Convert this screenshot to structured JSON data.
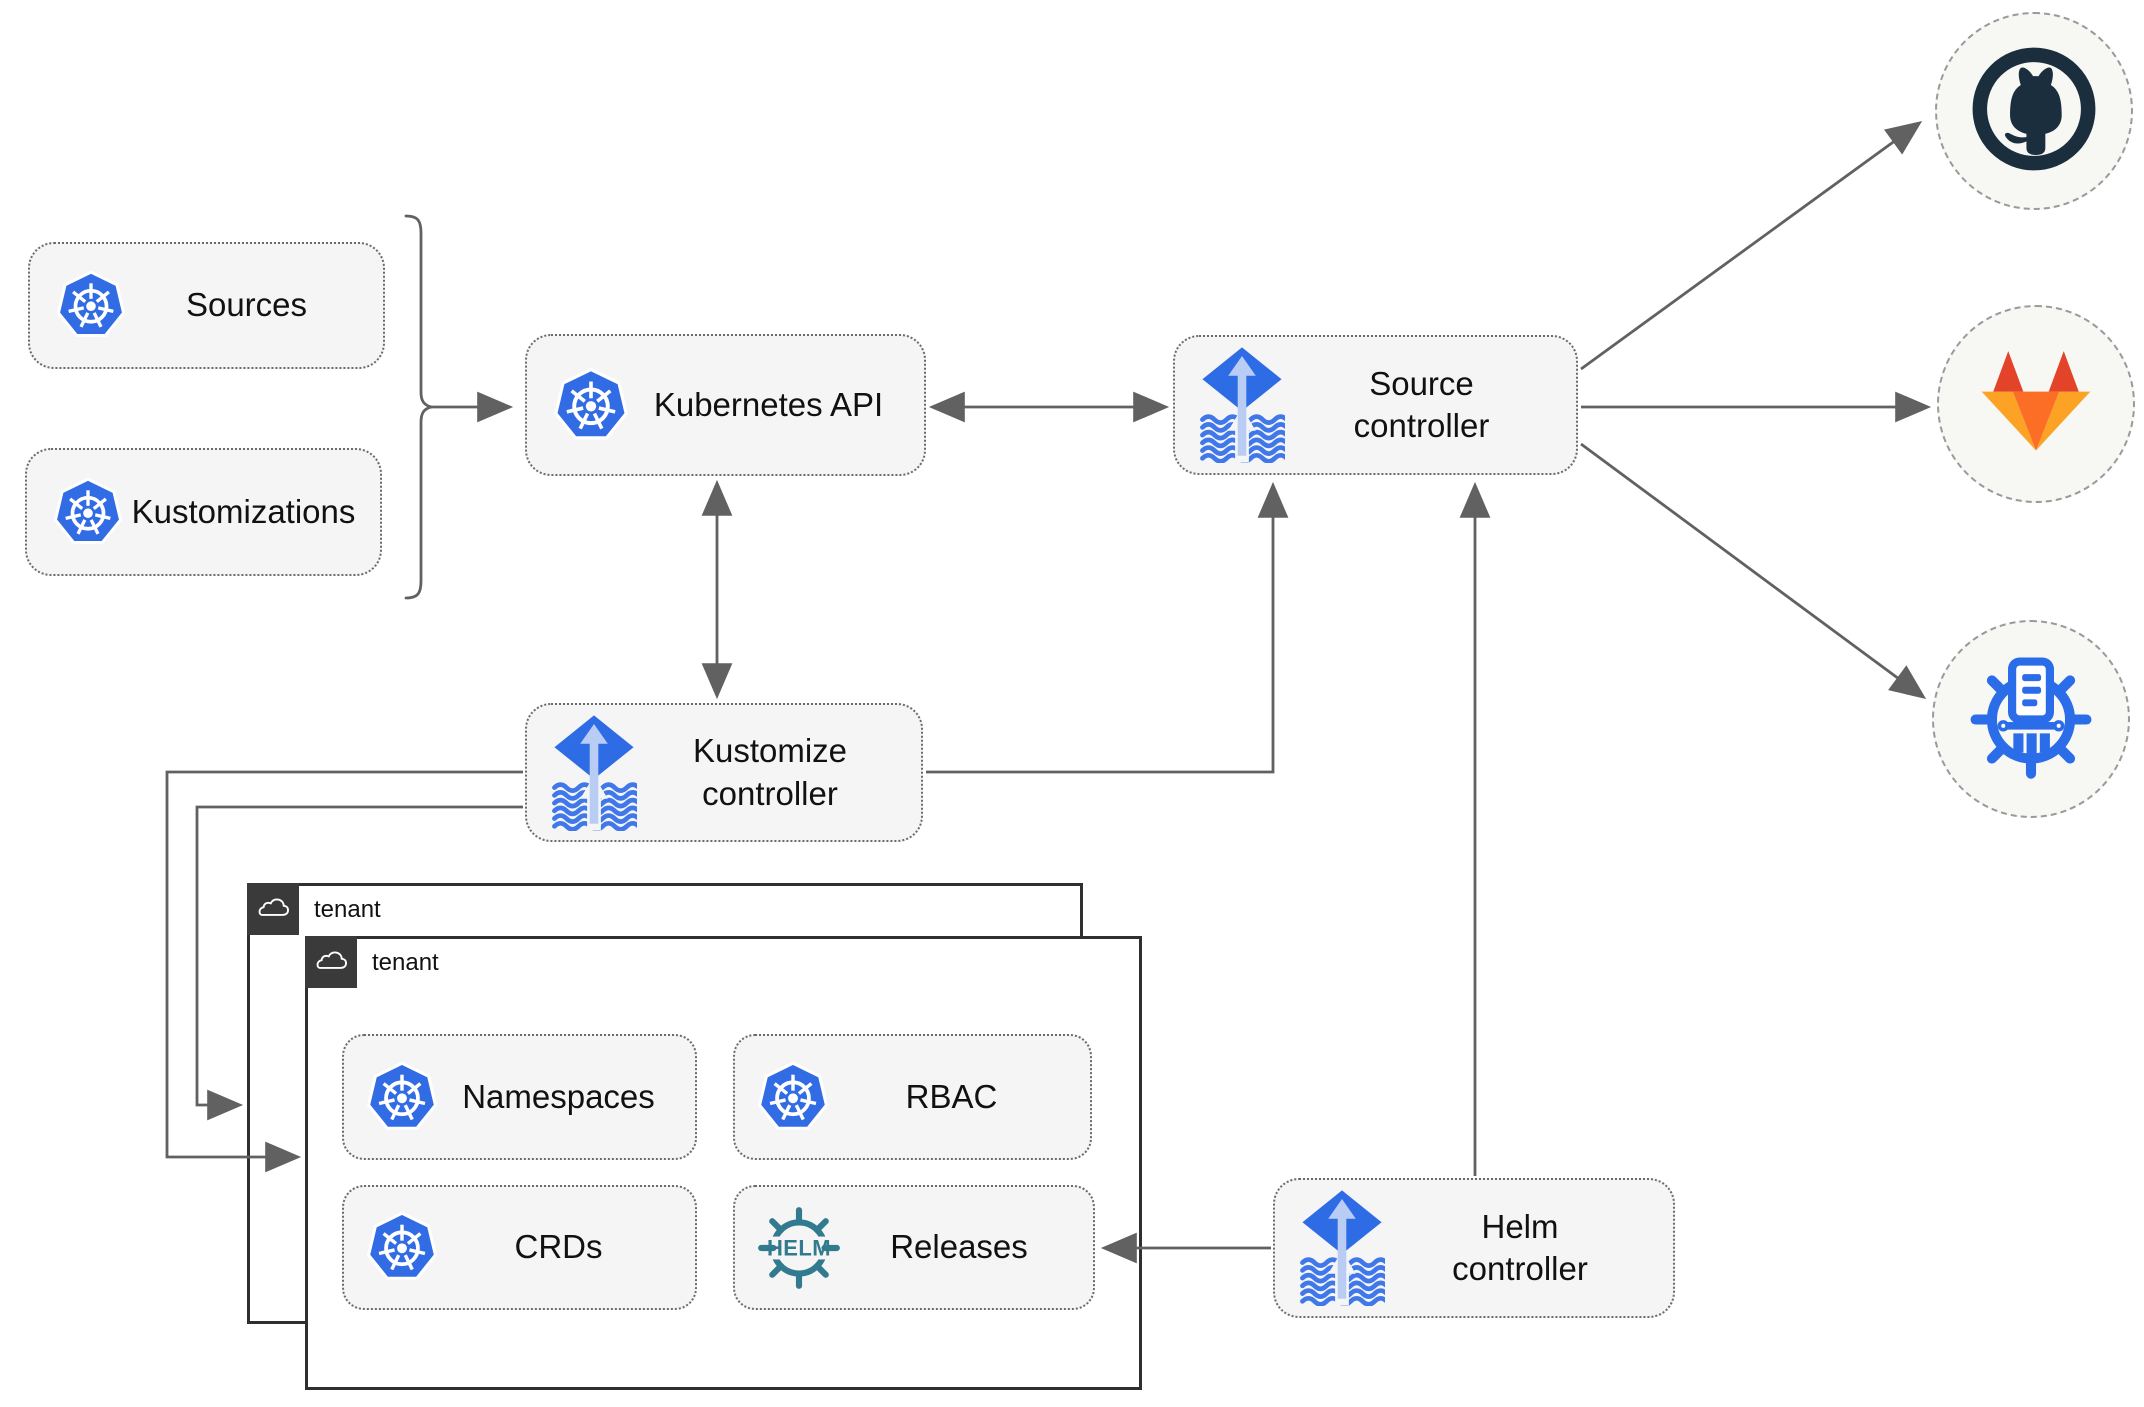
{
  "diagram": {
    "title": "Flux GitOps toolkit architecture",
    "nodes": {
      "sources": {
        "label": "Sources",
        "icon": "kubernetes-icon"
      },
      "kustomizations": {
        "label": "Kustomizations",
        "icon": "kubernetes-icon"
      },
      "kubernetes_api": {
        "label": "Kubernetes API",
        "icon": "kubernetes-icon"
      },
      "source_controller": {
        "label": "Source\ncontroller",
        "icon": "flux-icon"
      },
      "kustomize_controller": {
        "label": "Kustomize\ncontroller",
        "icon": "flux-icon"
      },
      "helm_controller": {
        "label": "Helm\ncontroller",
        "icon": "flux-icon"
      },
      "tenant_back": {
        "label": "tenant",
        "icon": "cloud-icon"
      },
      "tenant_front": {
        "label": "tenant",
        "icon": "cloud-icon"
      },
      "namespaces": {
        "label": "Namespaces",
        "icon": "kubernetes-icon"
      },
      "rbac": {
        "label": "RBAC",
        "icon": "kubernetes-icon"
      },
      "crds": {
        "label": "CRDs",
        "icon": "kubernetes-icon"
      },
      "releases": {
        "label": "Releases",
        "icon": "helm-icon"
      }
    },
    "endpoints": [
      {
        "name": "github",
        "icon": "github-icon"
      },
      {
        "name": "gitlab",
        "icon": "gitlab-icon"
      },
      {
        "name": "chartmuseum",
        "icon": "chartmuseum-icon"
      }
    ],
    "edges": [
      {
        "from": "sources+kustomizations",
        "to": "kubernetes_api",
        "style": "brace-arrow"
      },
      {
        "from": "kubernetes_api",
        "to": "source_controller",
        "style": "double-arrow"
      },
      {
        "from": "kubernetes_api",
        "to": "kustomize_controller",
        "style": "double-arrow"
      },
      {
        "from": "kustomize_controller",
        "to": "source_controller",
        "style": "arrow"
      },
      {
        "from": "helm_controller",
        "to": "source_controller",
        "style": "arrow"
      },
      {
        "from": "helm_controller",
        "to": "releases",
        "style": "arrow"
      },
      {
        "from": "kustomize_controller",
        "to": "tenant_front",
        "style": "arrow"
      },
      {
        "from": "kustomize_controller",
        "to": "tenant_back",
        "style": "arrow"
      },
      {
        "from": "source_controller",
        "to": "github",
        "style": "arrow"
      },
      {
        "from": "source_controller",
        "to": "gitlab",
        "style": "arrow"
      },
      {
        "from": "source_controller",
        "to": "chartmuseum",
        "style": "arrow"
      }
    ],
    "colors": {
      "kubernetes_blue": "#326ce5",
      "flux_blue": "#2e6ce6",
      "flux_light_blue": "#b9cdf4",
      "helm_teal": "#327b8e",
      "chartmuseum_blue": "#2b6ce9",
      "github_navy": "#1b2e3d",
      "gitlab_red": "#e24329",
      "gitlab_orange": "#fc6d26",
      "gitlab_amber": "#fca326",
      "arrow_gray": "#616161",
      "node_background": "#f5f5f5",
      "tenant_tab_gray": "#3a3a3a"
    }
  }
}
